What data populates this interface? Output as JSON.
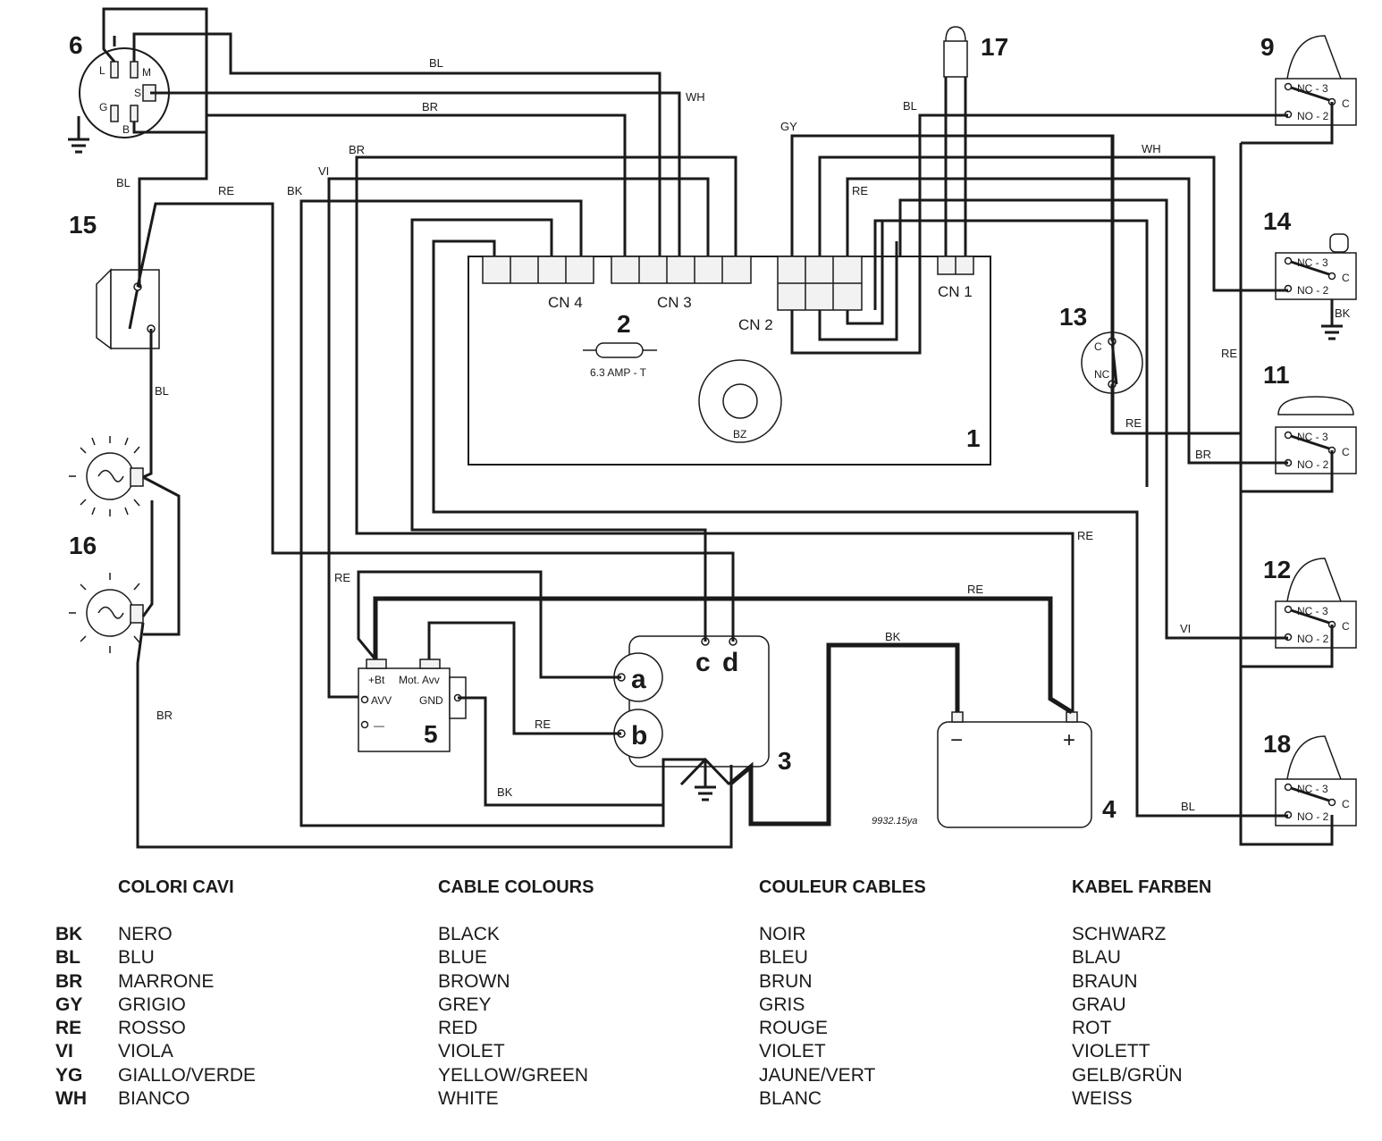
{
  "components": {
    "main_board": "1",
    "fuse": "2",
    "motor_unit": "3",
    "battery": "4",
    "relay": "5",
    "key_switch": "6",
    "switch_9": "9",
    "switch_11": "11",
    "switch_12": "12",
    "switch_13": "13",
    "switch_14": "14",
    "toggle_switch": "15",
    "lamps": "16",
    "sensor": "17",
    "switch_18": "18"
  },
  "connectors": {
    "cn1": "CN 1",
    "cn2": "CN 2",
    "cn3": "CN 3",
    "cn4": "CN 4"
  },
  "fuse_label": "6.3 AMP - T",
  "buzzer_label": "BZ",
  "key_pins": {
    "l": "L",
    "m": "M",
    "s": "S",
    "g": "G",
    "b": "B"
  },
  "relay_pins": {
    "bt": "+Bt",
    "avv": "AVV",
    "mot": "Mot. Avv",
    "gnd": "GND",
    "neg": "—"
  },
  "motor_terminals": {
    "a": "a",
    "b": "b",
    "c": "c",
    "d": "d"
  },
  "battery_terminals": {
    "neg": "−",
    "pos": "+"
  },
  "switch_pins": {
    "nc": "NC - 3",
    "no": "NO - 2",
    "c": "C"
  },
  "switch13_pins": {
    "c": "C",
    "nc": "NC"
  },
  "drawing_ref": "9932.15ya",
  "wire_labels": {
    "bl": "BL",
    "br": "BR",
    "wh": "WH",
    "gy": "GY",
    "vi": "VI",
    "bk": "BK",
    "re": "RE"
  },
  "legend": {
    "codes": [
      "BK",
      "BL",
      "BR",
      "GY",
      "RE",
      "VI",
      "YG",
      "WH"
    ],
    "columns": [
      {
        "header": "COLORI CAVI",
        "items": [
          "NERO",
          "BLU",
          "MARRONE",
          "GRIGIO",
          "ROSSO",
          "VIOLA",
          "GIALLO/VERDE",
          "BIANCO"
        ]
      },
      {
        "header": "CABLE COLOURS",
        "items": [
          "BLACK",
          "BLUE",
          "BROWN",
          "GREY",
          "RED",
          "VIOLET",
          "YELLOW/GREEN",
          "WHITE"
        ]
      },
      {
        "header": "COULEUR CABLES",
        "items": [
          "NOIR",
          "BLEU",
          "BRUN",
          "GRIS",
          "ROUGE",
          "VIOLET",
          "JAUNE/VERT",
          "BLANC"
        ]
      },
      {
        "header": "KABEL FARBEN",
        "items": [
          "SCHWARZ",
          "BLAU",
          "BRAUN",
          "GRAU",
          "ROT",
          "VIOLETT",
          "GELB/GRÜN",
          "WEISS"
        ]
      }
    ]
  }
}
